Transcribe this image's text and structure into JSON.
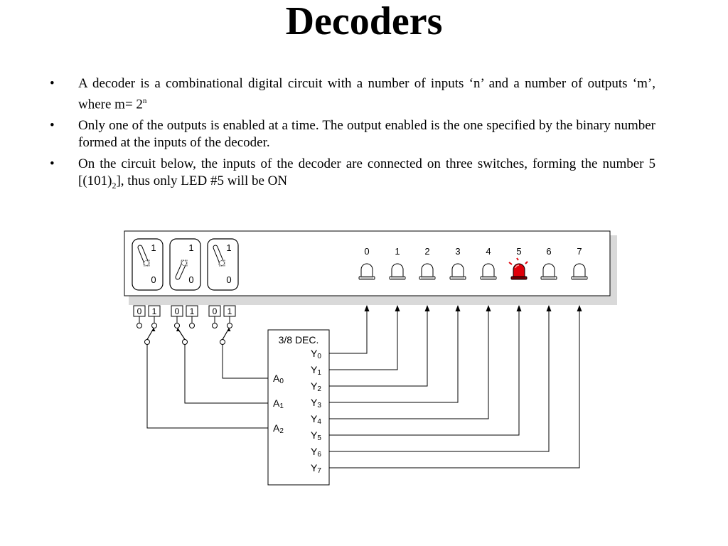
{
  "title": "Decoders",
  "bullets": [
    {
      "text": "A decoder is a combinational digital circuit with a number of inputs ‘n’ and a number of outputs ‘m’, where m= 2",
      "sup": "n"
    },
    {
      "text": "Only one of the outputs is enabled at a time. The output enabled is the one specified by the binary number formed at the inputs of the decoder."
    },
    {
      "text_before": "On the circuit below, the inputs of the decoder are connected on three switches, forming the number 5 [(101)",
      "sub": "2",
      "text_after": "], thus only LED #5 will be ON"
    }
  ],
  "bullet_symbol": "•",
  "switches": [
    {
      "top_label": "1",
      "bottom_label": "0",
      "pos_label_0": "0",
      "pos_label_1": "1",
      "state": 1
    },
    {
      "top_label": "1",
      "bottom_label": "0",
      "pos_label_0": "0",
      "pos_label_1": "1",
      "state": 0
    },
    {
      "top_label": "1",
      "bottom_label": "0",
      "pos_label_0": "0",
      "pos_label_1": "1",
      "state": 1
    }
  ],
  "leds": [
    {
      "label": "0",
      "on": false
    },
    {
      "label": "1",
      "on": false
    },
    {
      "label": "2",
      "on": false
    },
    {
      "label": "3",
      "on": false
    },
    {
      "label": "4",
      "on": false
    },
    {
      "label": "5",
      "on": true
    },
    {
      "label": "6",
      "on": false
    },
    {
      "label": "7",
      "on": false
    }
  ],
  "decoder": {
    "title": "3/8 DEC.",
    "inputs": [
      {
        "letter": "A",
        "sub": "0"
      },
      {
        "letter": "A",
        "sub": "1"
      },
      {
        "letter": "A",
        "sub": "2"
      }
    ],
    "outputs": [
      {
        "letter": "Y",
        "sub": "0"
      },
      {
        "letter": "Y",
        "sub": "1"
      },
      {
        "letter": "Y",
        "sub": "2"
      },
      {
        "letter": "Y",
        "sub": "3"
      },
      {
        "letter": "Y",
        "sub": "4"
      },
      {
        "letter": "Y",
        "sub": "5"
      },
      {
        "letter": "Y",
        "sub": "6"
      },
      {
        "letter": "Y",
        "sub": "7"
      }
    ]
  },
  "colors": {
    "led_on": "#e0000a",
    "led_off": "#ffffff",
    "panel_shadow": "#d9d9d9",
    "line": "#000000"
  }
}
